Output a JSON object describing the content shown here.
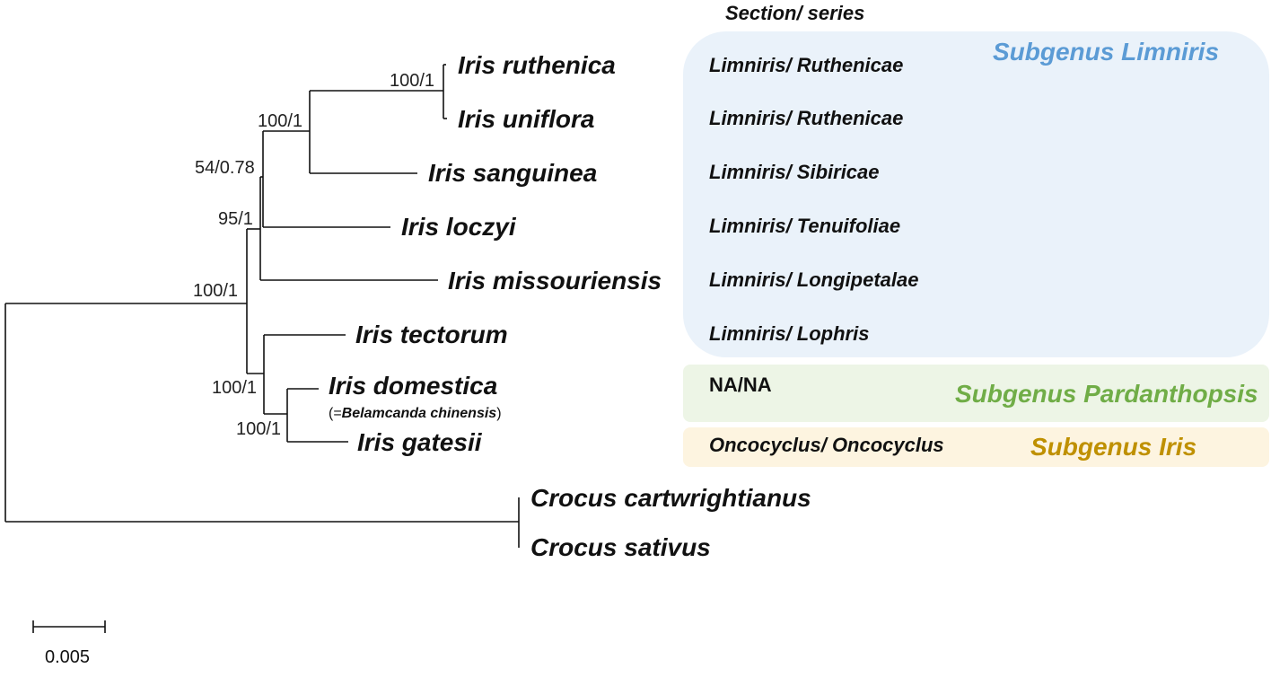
{
  "header": {
    "section_series": "Section/ series"
  },
  "taxa": [
    "Iris ruthenica",
    "Iris uniflora",
    "Iris sanguinea",
    "Iris loczyi",
    "Iris missouriensis",
    "Iris tectorum",
    "Iris domestica",
    "Iris gatesii",
    "Crocus cartwrightianus",
    "Crocus sativus"
  ],
  "synonym": {
    "open": "(=",
    "name": "Belamcanda chinensis",
    "close": ")"
  },
  "support_values": [
    "100/1",
    "100/1",
    "54/0.78",
    "95/1",
    "100/1",
    "100/1",
    "100/1"
  ],
  "sections": [
    "Limniris/ Ruthenicae",
    "Limniris/ Ruthenicae",
    "Limniris/ Sibiricae",
    "Limniris/ Tenuifoliae",
    "Limniris/ Longipetalae",
    "Limniris/ Lophris",
    "NA/NA",
    "Oncocyclus/ Oncocyclus"
  ],
  "subgenera": [
    {
      "label": "Subgenus Limniris",
      "text_color": "#5B9BD5",
      "bg_color": "#EAF2FA"
    },
    {
      "label": "Subgenus Pardanthopsis",
      "text_color": "#70AD47",
      "bg_color": "#EDF5E6"
    },
    {
      "label": "Subgenus Iris",
      "text_color": "#BF9000",
      "bg_color": "#FDF4E0"
    }
  ],
  "scale_bar": {
    "label": "0.005"
  }
}
